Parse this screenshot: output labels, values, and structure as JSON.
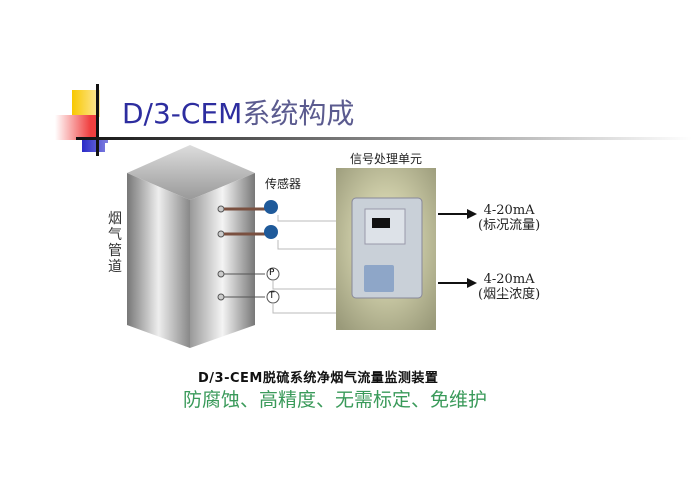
{
  "slide": {
    "title_latin": "D/3-CEM",
    "title_cn": "系统构成",
    "caption": "D/3-CEM脱硫系统净烟气流量监测装置",
    "tagline": "防腐蚀、高精度、无需标定、免维护"
  },
  "diagram": {
    "duct_label": "烟气管道",
    "sensor_label": "传感器",
    "unit_label": "信号处理单元",
    "pressure_symbol": "P",
    "temperature_symbol": "T",
    "outputs": [
      {
        "signal": "4-20mA",
        "desc": "(标况流量)"
      },
      {
        "signal": "4-20mA",
        "desc": "(烟尘浓度)"
      }
    ]
  },
  "colors": {
    "title": "#2d2d9f",
    "tagline": "#3a9a5a"
  }
}
